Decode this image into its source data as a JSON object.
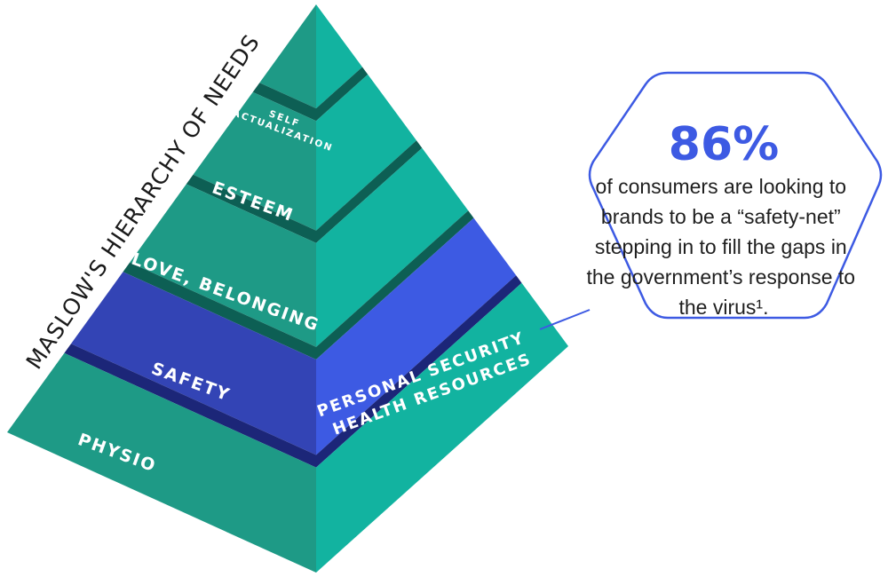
{
  "diagram": {
    "side_title": "MASLOW'S HIERARCHY OF NEEDS",
    "levels": [
      {
        "label_lines": [
          "SELF",
          "ACTUALIZATION"
        ],
        "highlight": false
      },
      {
        "label_lines": [
          "ESTEEM"
        ],
        "highlight": false
      },
      {
        "label_lines": [
          "LOVE, BELONGING"
        ],
        "highlight": false
      },
      {
        "label_lines": [
          "SAFETY"
        ],
        "highlight": true
      },
      {
        "label_lines": [
          "PHYSIO"
        ],
        "highlight": false
      }
    ],
    "highlight_detail_lines": [
      "PERSONAL SECURITY",
      "HEALTH RESOURCES"
    ]
  },
  "callout": {
    "stat": "86%",
    "lines": [
      "of consumers are looking to",
      "brands to be a “safety-net”",
      "stepping in to fill the gaps in",
      "the government’s response to",
      "the virus¹."
    ]
  },
  "colors": {
    "teal_left": "#1e9a86",
    "teal_right": "#12b3a0",
    "teal_dark": "#0d5f54",
    "blue_left": "#3344b5",
    "blue_right": "#3d5ae3",
    "blue_dark": "#1c2678",
    "accent_blue": "#3d5ae3",
    "callout_border": "#3d5ae3"
  }
}
